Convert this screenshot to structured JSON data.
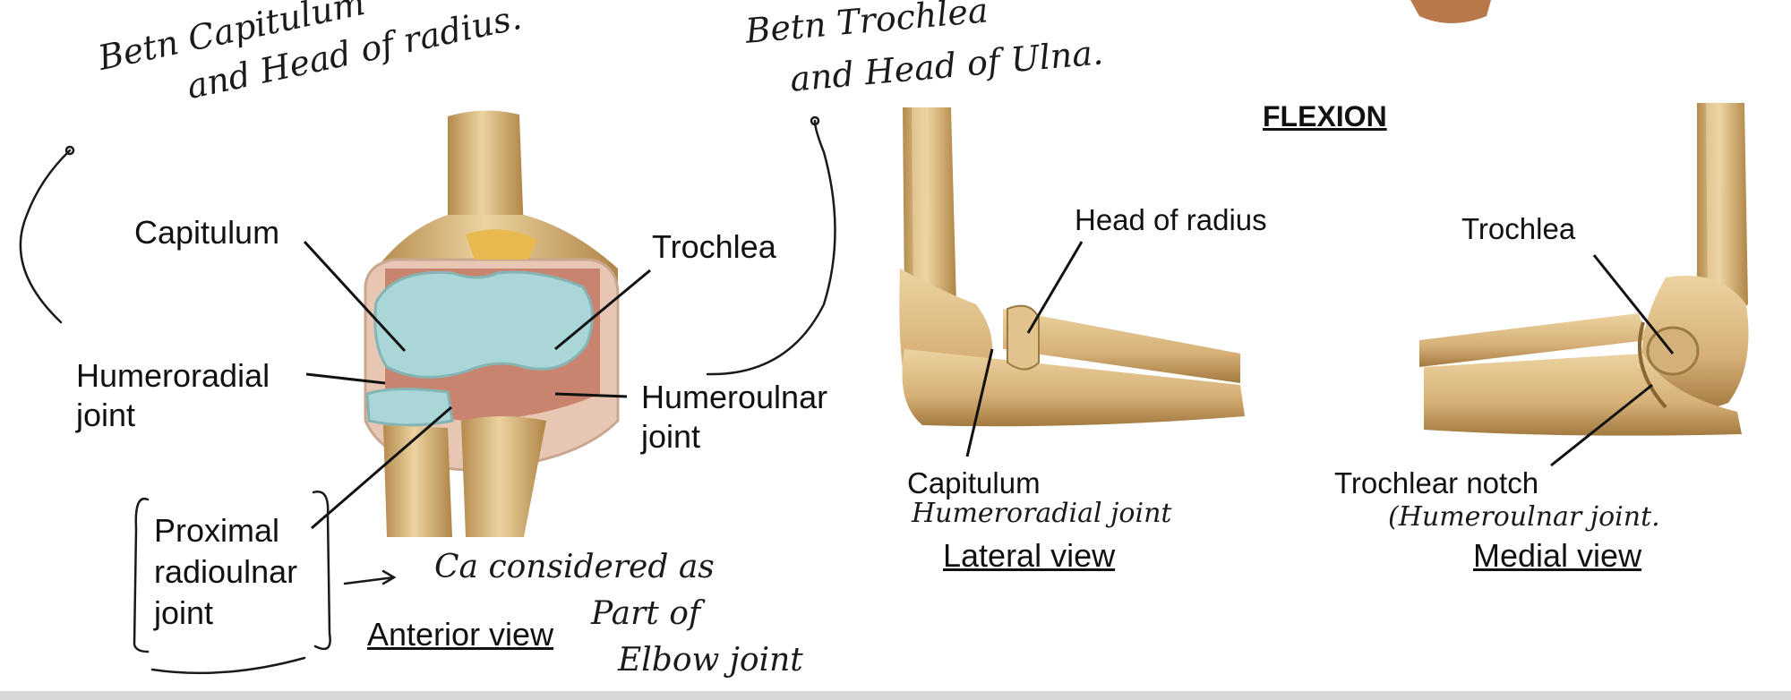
{
  "heading": "FLEXION",
  "anterior": {
    "view_label": "Anterior view",
    "labels": {
      "capitulum": "Capitulum",
      "trochlea": "Trochlea",
      "humeroradial": [
        "Humeroradial",
        "joint"
      ],
      "humeroulnar": [
        "Humeroulnar",
        "joint"
      ],
      "proximal_radioulnar": [
        "Proximal",
        "radioulnar",
        "joint"
      ]
    }
  },
  "lateral": {
    "view_label": "Lateral view",
    "labels": {
      "head_of_radius": "Head of radius",
      "capitulum": "Capitulum"
    }
  },
  "medial": {
    "view_label": "Medial view",
    "labels": {
      "trochlea": "Trochlea",
      "trochlear_notch": "Trochlear notch"
    }
  },
  "handwritten": {
    "note1": [
      "Betn Capitulum",
      "and Head of radius."
    ],
    "note2": [
      "Betn Trochlea",
      "and Head of Ulna."
    ],
    "note3": [
      "Ca considered as",
      "Part of",
      "Elbow joint"
    ],
    "note4": "Humeroradial joint",
    "note5": "(Humeroulnar joint."
  },
  "colors": {
    "bone": "#d9b77c",
    "bone_shadow": "#a8834a",
    "cartilage": "#a9d6d6",
    "capsule": "#e7c6b3",
    "ink": "#111111"
  }
}
